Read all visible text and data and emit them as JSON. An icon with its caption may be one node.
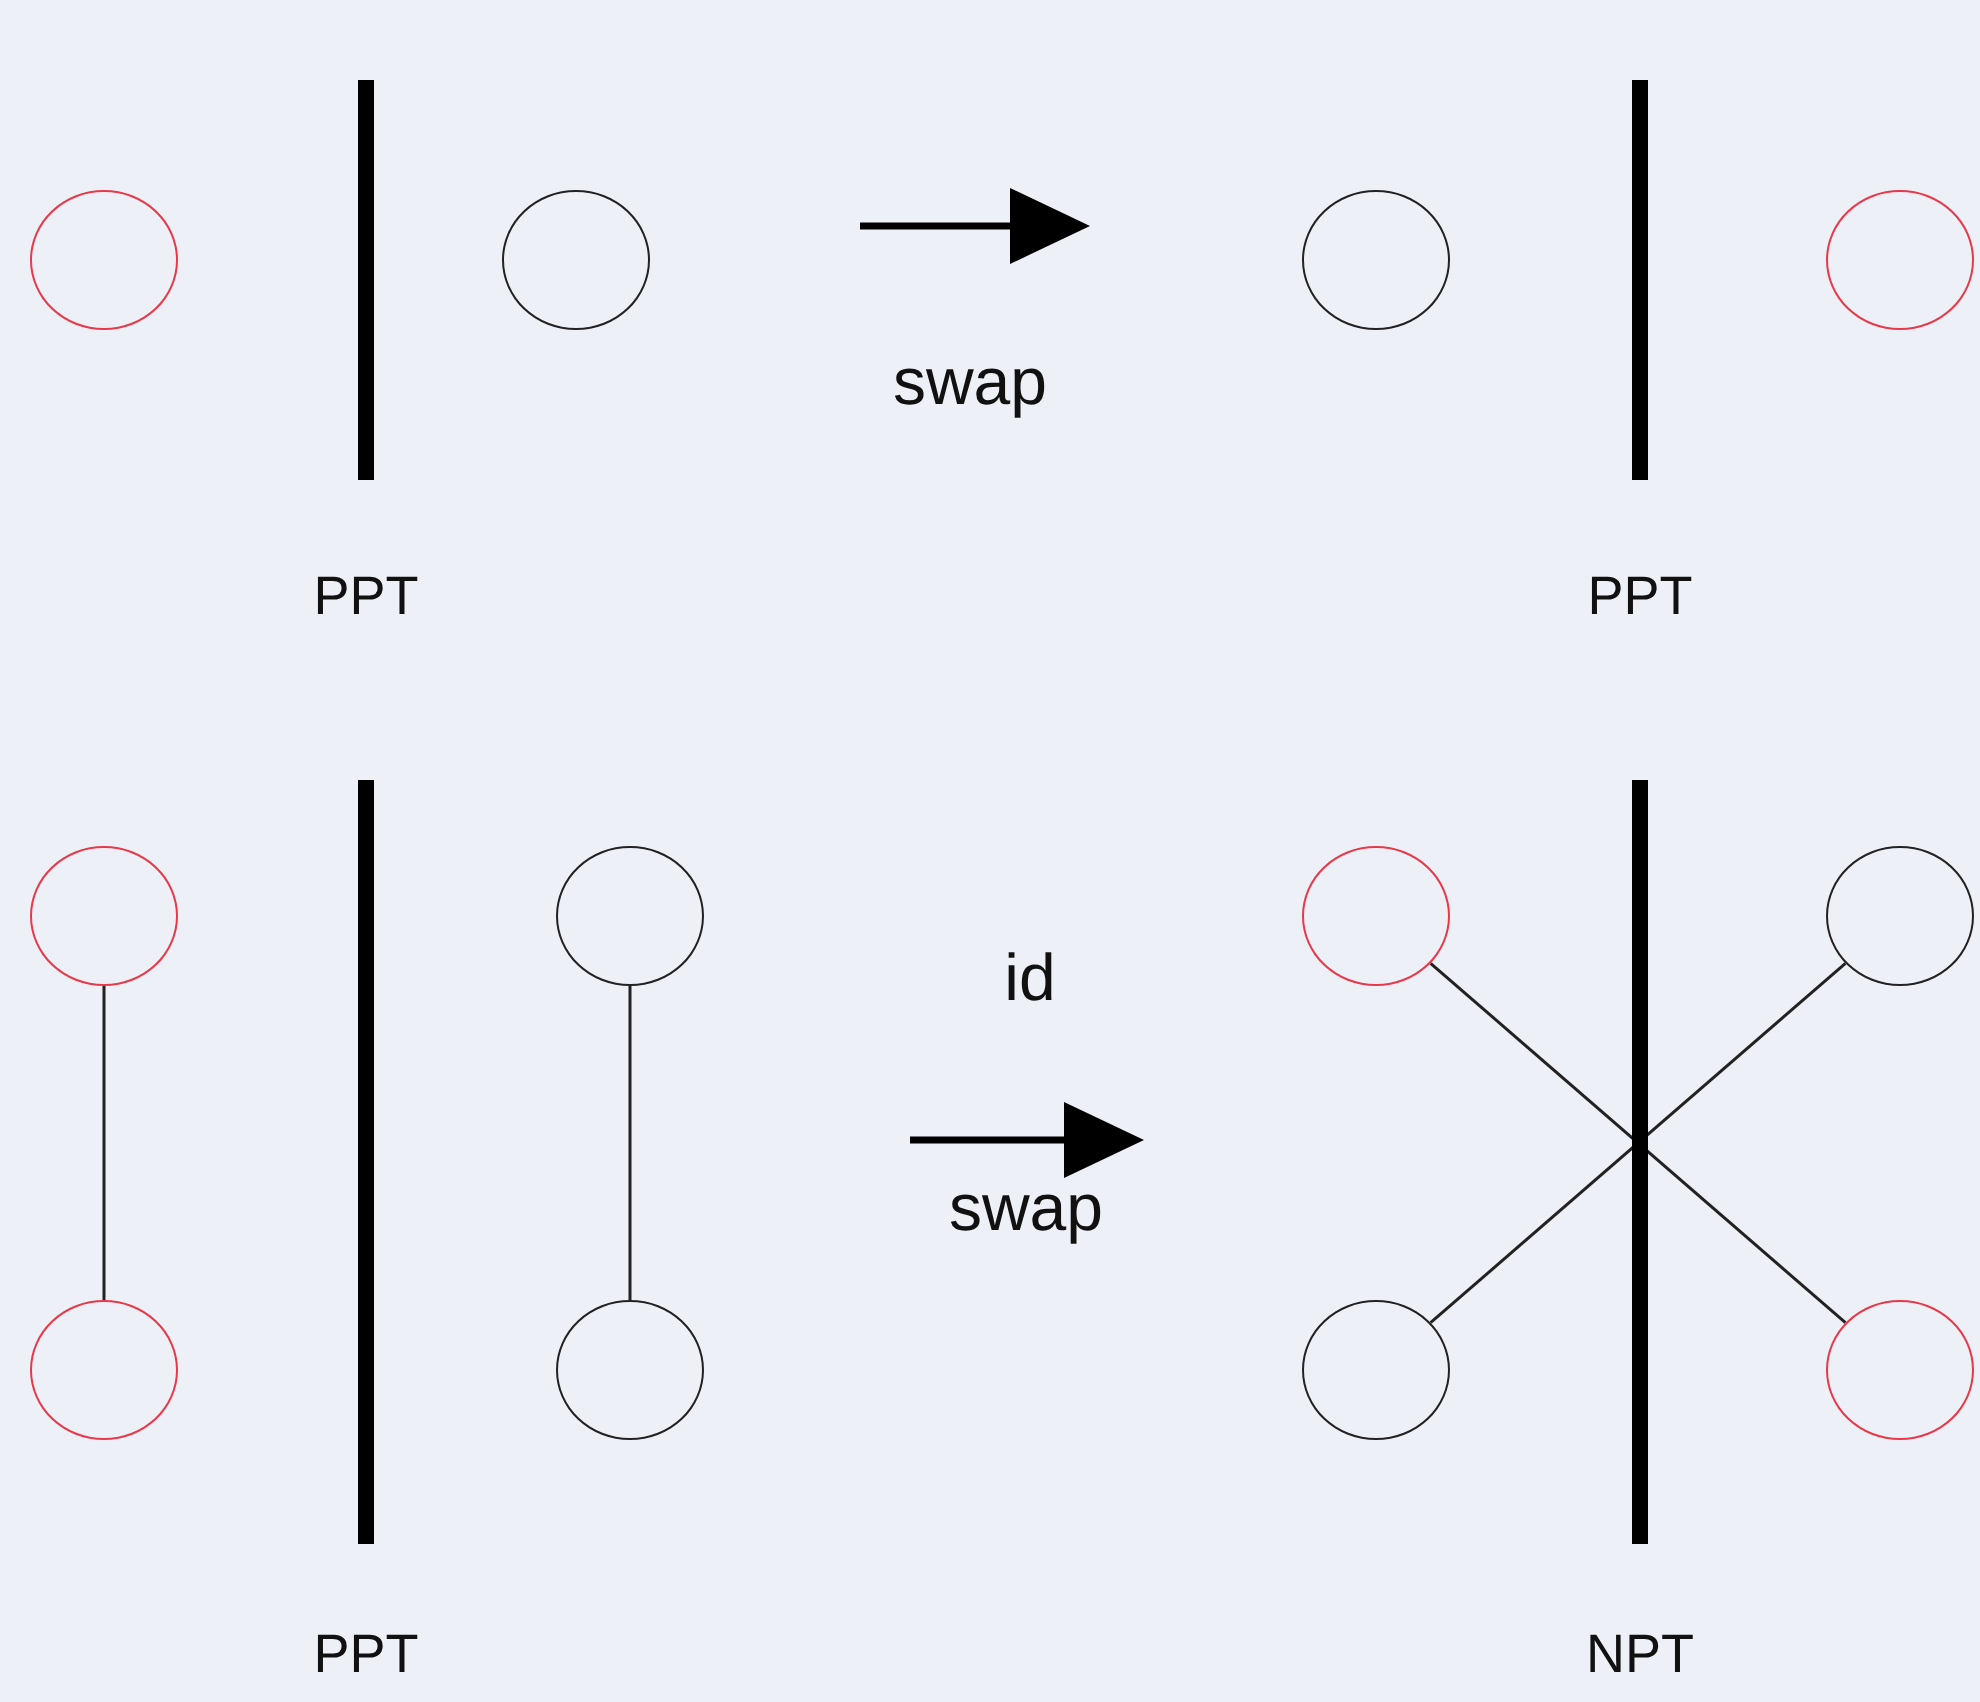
{
  "diagram": {
    "nodes": [
      {
        "text": [],
        "shape": "circle"
      },
      {
        "text": [],
        "shape": "bar",
        "beside": [
          "PPT"
        ]
      },
      {
        "text": [],
        "shape": "circle"
      },
      {
        "text": [],
        "shape": "circle"
      },
      {
        "text": [],
        "shape": "bar",
        "beside": [
          "PPT"
        ]
      },
      {
        "text": [],
        "shape": "circle"
      },
      {
        "text": [],
        "shape": "circle"
      },
      {
        "text": [],
        "shape": "bar",
        "beside": [
          "PPT"
        ]
      },
      {
        "text": [],
        "shape": "circle"
      },
      {
        "text": [],
        "shape": "circle"
      },
      {
        "text": [],
        "shape": "bar",
        "beside": [
          "NPT"
        ]
      },
      {
        "text": [],
        "shape": "circle"
      },
      {
        "text": [],
        "shape": "circle"
      },
      {
        "text": [],
        "shape": "circle"
      },
      {
        "text": [],
        "shape": "circle"
      },
      {
        "text": [],
        "shape": "circle"
      }
    ],
    "edges": [
      {
        "from": 6,
        "to": 12,
        "arrow": "none"
      },
      {
        "from": 8,
        "to": 13,
        "arrow": "none"
      },
      {
        "from": 9,
        "to": 15,
        "arrow": "none"
      },
      {
        "from": 11,
        "to": 14,
        "arrow": "none"
      }
    ],
    "labels": [
      "swap",
      "id",
      "swap"
    ]
  }
}
